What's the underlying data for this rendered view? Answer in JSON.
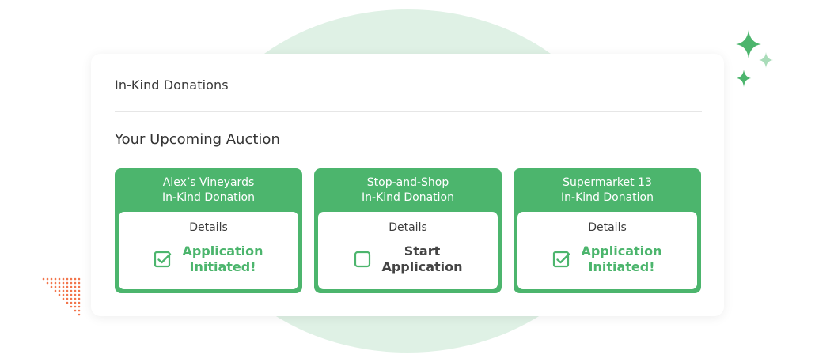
{
  "panel": {
    "title": "In-Kind Donations",
    "section_title": "Your Upcoming Auction"
  },
  "donations": [
    {
      "name": "Alex’s Vineyards",
      "subtitle": "In-Kind Donation",
      "details_label": "Details",
      "status_line1": "Application",
      "status_line2": "Initiated!",
      "status_icon": "checked-checkbox-icon"
    },
    {
      "name": "Stop-and-Shop",
      "subtitle": "In-Kind Donation",
      "details_label": "Details",
      "status_line1": "Start",
      "status_line2": "Application",
      "status_icon": "empty-checkbox-icon"
    },
    {
      "name": "Supermarket 13",
      "subtitle": "In-Kind Donation",
      "details_label": "Details",
      "status_line1": "Application",
      "status_line2": "Initiated!",
      "status_icon": "checked-checkbox-icon"
    }
  ],
  "colors": {
    "accent": "#4cb56d",
    "blob": "#dff1e5",
    "dots": "#f2744a"
  }
}
